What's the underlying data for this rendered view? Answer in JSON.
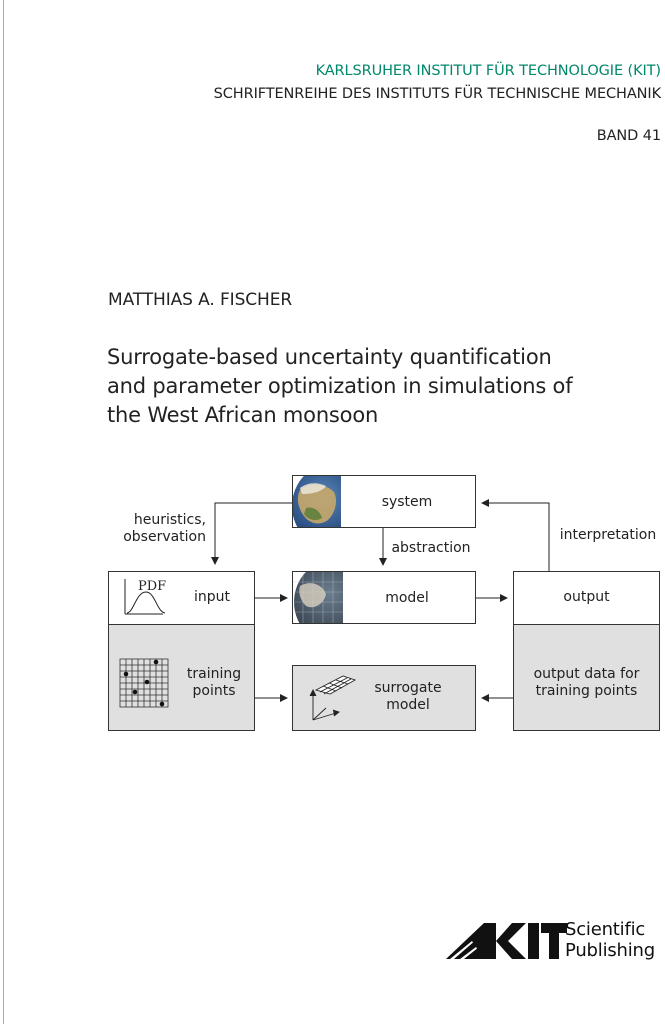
{
  "header": {
    "institute": "KARLSRUHER INSTITUT FÜR TECHNOLOGIE (KIT)",
    "series": "SCHRIFTENREIHE DES INSTITUTS FÜR TECHNISCHE MECHANIK",
    "volume": "BAND 41"
  },
  "author": "MATTHIAS A. FISCHER",
  "title_lines": [
    "Surrogate-based uncertainty quantification",
    "and parameter optimization in simulations of",
    "the West African monsoon"
  ],
  "diagram": {
    "system": "system",
    "abstraction": "abstraction",
    "interpretation": "interpretation",
    "heuristics_lines": [
      "heuristics,",
      "observation"
    ],
    "input": "input",
    "pdf": "PDF",
    "model": "model",
    "output": "output",
    "training_lines": [
      "training",
      "points"
    ],
    "surrogate_lines": [
      "surrogate",
      "model"
    ],
    "output_data_lines": [
      "output data for",
      "training points"
    ]
  },
  "publisher": {
    "logo_text": "KIT",
    "name_lines": [
      "Scientific",
      "Publishing"
    ]
  },
  "colors": {
    "kit_green": "#00876c",
    "box_gray": "#e0e0e0",
    "spine": "#7fc3ad"
  }
}
